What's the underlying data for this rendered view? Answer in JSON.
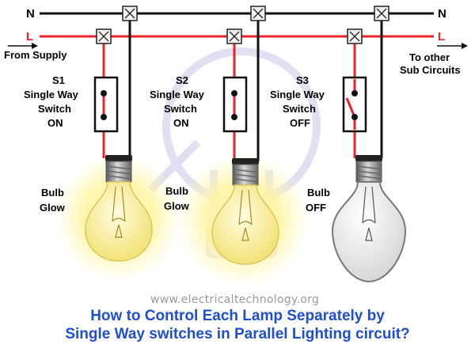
{
  "lines": {
    "neutral": "N",
    "live": "L"
  },
  "supply": {
    "from": "From Supply",
    "to_line1": "To other",
    "to_line2": "Sub Circuits"
  },
  "switches": [
    {
      "id": "S1",
      "line1": "Single Way",
      "line2": "Switch",
      "state": "ON"
    },
    {
      "id": "S2",
      "line1": "Single Way",
      "line2": "Switch",
      "state": "ON"
    },
    {
      "id": "S3",
      "line1": "Single Way",
      "line2": "Switch",
      "state": "OFF"
    }
  ],
  "bulbs": [
    {
      "line1": "Bulb",
      "line2": "Glow"
    },
    {
      "line1": "Bulb",
      "line2": "Glow"
    },
    {
      "line1": "Bulb",
      "line2": "OFF"
    }
  ],
  "watermark": "www.electricaltechnology.org",
  "caption": {
    "line1": "How to Control Each Lamp Separately by",
    "line2": "Single Way switches in Parallel Lighting circuit?"
  },
  "colors": {
    "neutral_wire": "#111111",
    "live_wire": "#e8242b",
    "caption": "#1f4fd0",
    "glow": "#fff29a",
    "watermark_logo": "#c9c6e8"
  }
}
